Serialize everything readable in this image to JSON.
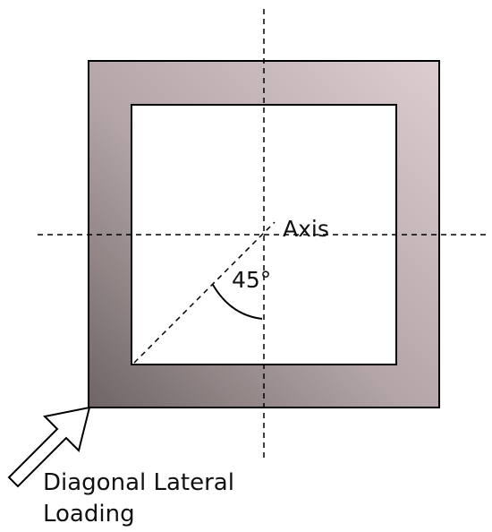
{
  "labels": {
    "axis": "Axis",
    "angle": "45°",
    "loading_line1": "Diagonal  Lateral",
    "loading_line2": "Loading"
  },
  "colors": {
    "section_gradient_start": "#6f6565",
    "section_gradient_mid": "#b3a5a7",
    "section_gradient_end": "#dccdd0",
    "outline": "#000000",
    "background": "#ffffff"
  }
}
